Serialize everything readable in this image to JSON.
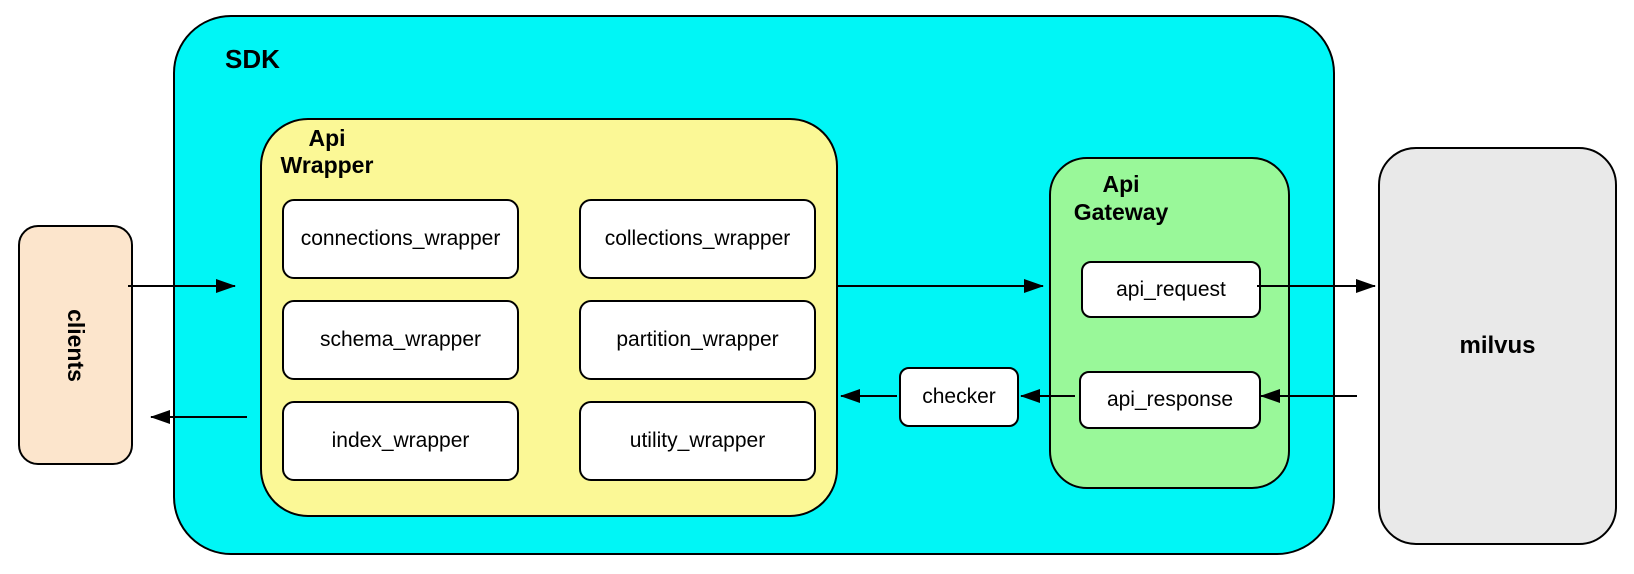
{
  "colors": {
    "canvas-bg": "#FFFFFF",
    "sdk-fill": "#00F6F6",
    "wrapper-fill": "#FBF896",
    "gateway-fill": "#99F899",
    "clients-fill": "#FCE5CC",
    "milvus-fill": "#E9E9E9",
    "node-fill": "#FFFFFF",
    "border": "#000000"
  },
  "nodes": {
    "sdk": {
      "label": "SDK"
    },
    "clients": {
      "label": "clients"
    },
    "api_wrapper": {
      "label": "Api\nWrapper",
      "items": [
        "connections_wrapper",
        "collections_wrapper",
        "schema_wrapper",
        "partition_wrapper",
        "index_wrapper",
        "utility_wrapper"
      ]
    },
    "api_gateway": {
      "label": "Api\nGateway",
      "request": "api_request",
      "response": "api_response"
    },
    "checker": {
      "label": "checker"
    },
    "milvus": {
      "label": "milvus"
    }
  },
  "flows": [
    {
      "from": "clients",
      "to": "api_wrapper"
    },
    {
      "from": "api_wrapper",
      "to": "api_gateway"
    },
    {
      "from": "api_request",
      "to": "milvus"
    },
    {
      "from": "milvus",
      "to": "api_response"
    },
    {
      "from": "api_response",
      "to": "checker"
    },
    {
      "from": "checker",
      "to": "api_wrapper"
    },
    {
      "from": "api_wrapper",
      "to": "clients"
    }
  ]
}
